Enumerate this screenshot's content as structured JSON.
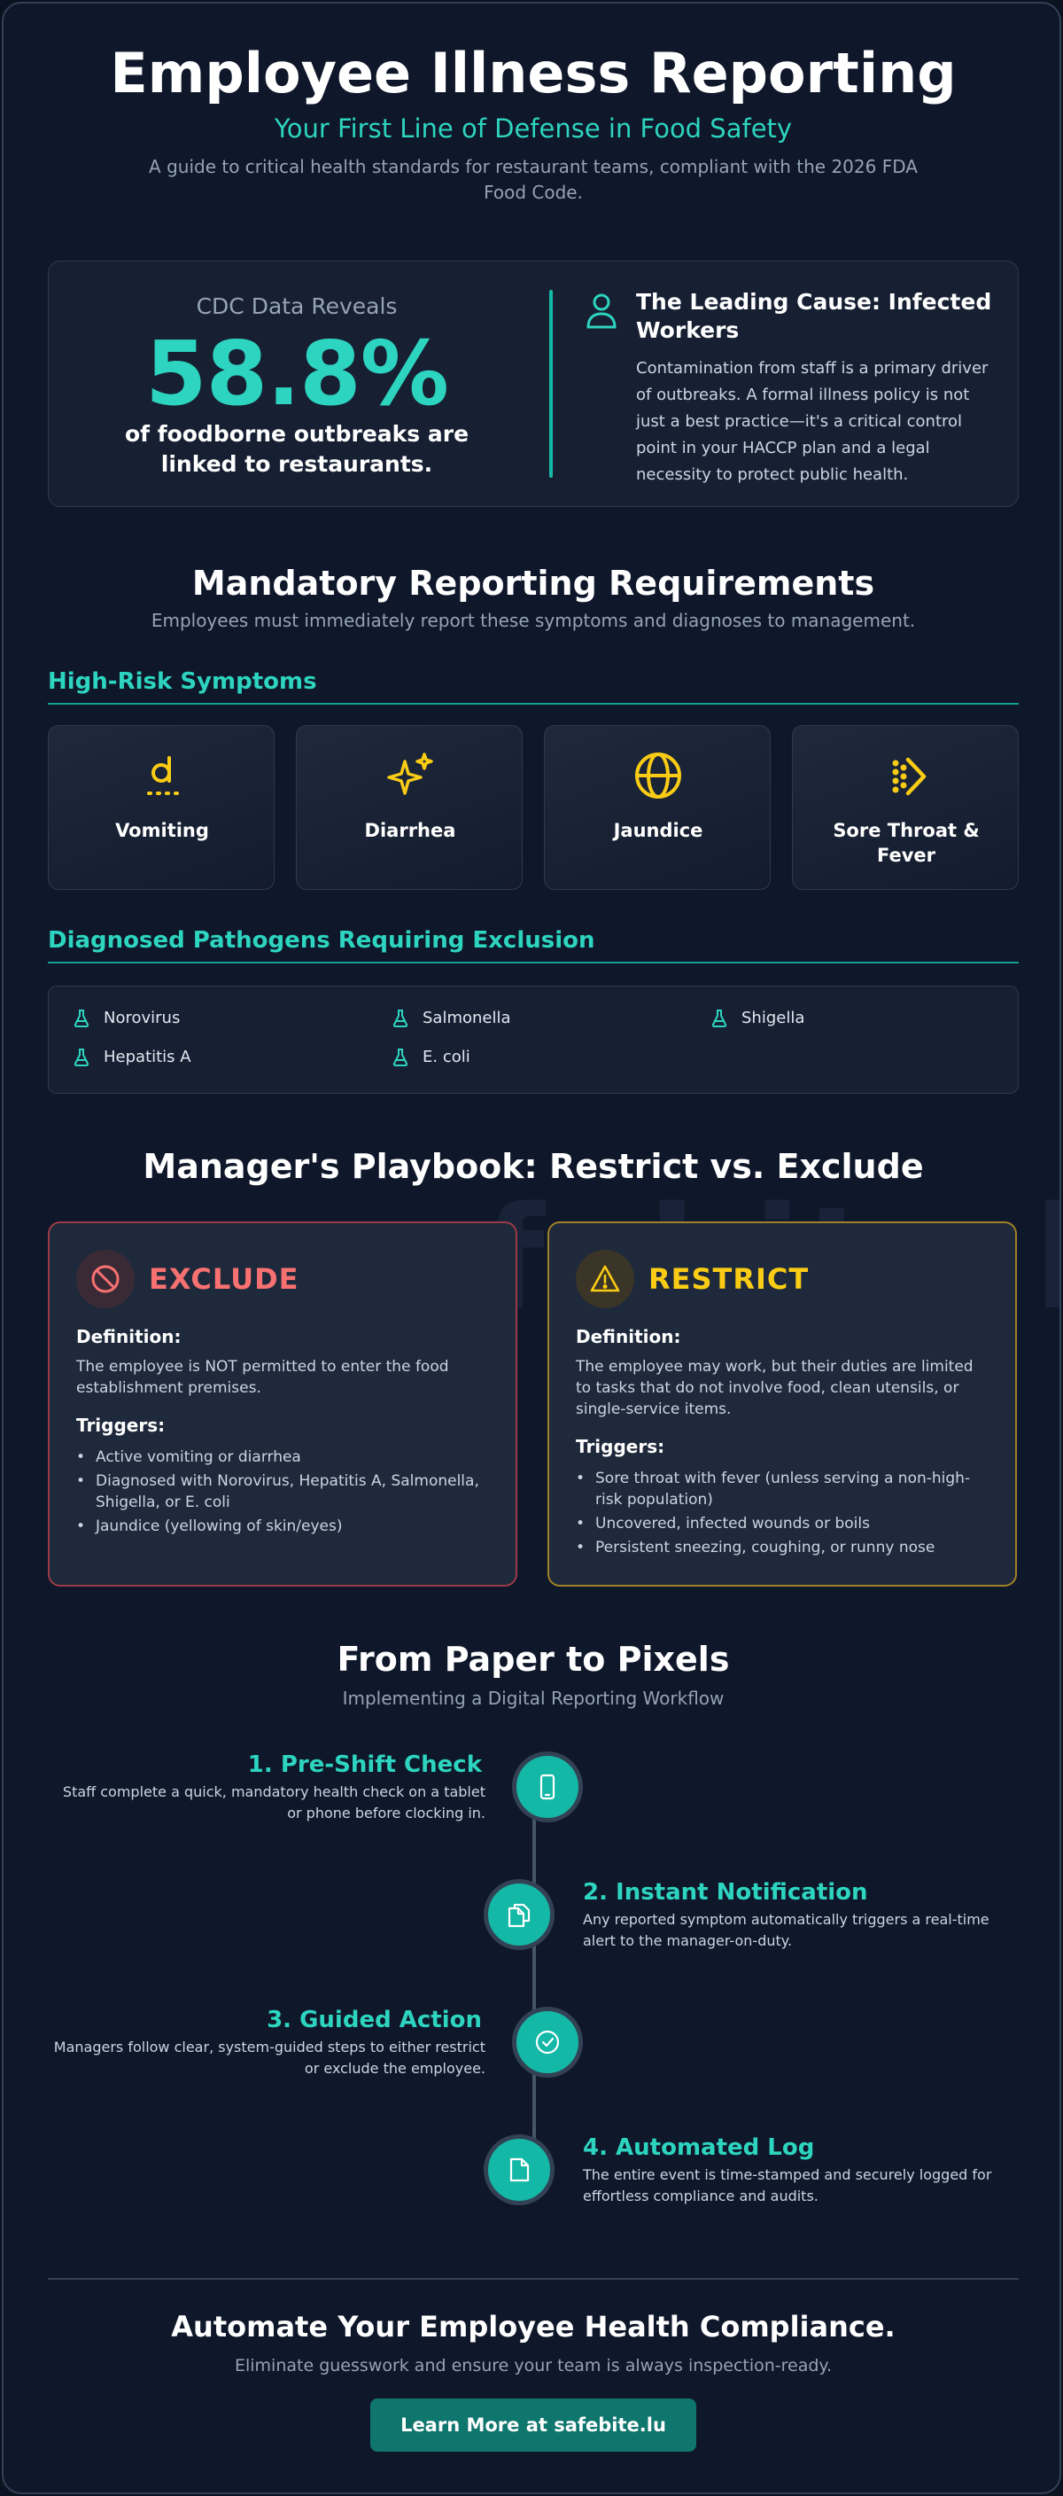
{
  "header": {
    "title": "Employee Illness Reporting",
    "subtitle": "Your First Line of Defense in Food Safety",
    "description": "A guide to critical health standards for restaurant teams, compliant with the 2026 FDA Food Code."
  },
  "stat": {
    "label": "CDC Data Reveals",
    "value": "58.8%",
    "caption": "of foodborne outbreaks are linked to restaurants.",
    "cause_title": "The Leading Cause: Infected Workers",
    "cause_body": "Contamination from staff is a primary driver of outbreaks. A formal illness policy is not just a best practice—it's a critical control point in your HACCP plan and a legal necessity to protect public health.",
    "cause_icon": "person-icon"
  },
  "reporting": {
    "title": "Mandatory Reporting Requirements",
    "subtitle": "Employees must immediately report these symptoms and diagnoses to management.",
    "symptoms_heading": "High-Risk Symptoms",
    "symptoms": [
      {
        "label": "Vomiting",
        "icon": "vomit-icon"
      },
      {
        "label": "Diarrhea",
        "icon": "sparkles-icon"
      },
      {
        "label": "Jaundice",
        "icon": "globe-icon"
      },
      {
        "label": "Sore Throat & Fever",
        "icon": "chevron-dots-icon"
      }
    ],
    "pathogens_heading": "Diagnosed Pathogens Requiring Exclusion",
    "pathogens": [
      "Norovirus",
      "Salmonella",
      "Shigella",
      "Hepatitis A",
      "E. coli"
    ],
    "pathogen_icon": "flask-icon"
  },
  "playbook": {
    "title": "Manager's Playbook: Restrict vs. Exclude",
    "watermark": "safebite.lu",
    "exclude": {
      "heading": "EXCLUDE",
      "definition_label": "Definition:",
      "definition": "The employee is NOT permitted to enter the food establishment premises.",
      "triggers_label": "Triggers:",
      "triggers": [
        "Active vomiting or diarrhea",
        "Diagnosed with Norovirus, Hepatitis A, Salmonella, Shigella, or E. coli",
        "Jaundice (yellowing of skin/eyes)"
      ],
      "color": "#f87171"
    },
    "restrict": {
      "heading": "RESTRICT",
      "definition_label": "Definition:",
      "definition": "The employee may work, but their duties are limited to tasks that do not involve food, clean utensils, or single-service items.",
      "triggers_label": "Triggers:",
      "triggers": [
        "Sore throat with fever (unless serving a non-high-risk population)",
        "Uncovered, infected wounds or boils",
        "Persistent sneezing, coughing, or runny nose"
      ],
      "color": "#facc15"
    }
  },
  "workflow": {
    "title": "From Paper to Pixels",
    "subtitle": "Implementing a Digital Reporting Workflow",
    "steps": [
      {
        "title": "1. Pre-Shift Check",
        "body": "Staff complete a quick, mandatory health check on a tablet or phone before clocking in.",
        "icon": "phone-icon"
      },
      {
        "title": "2. Instant Notification",
        "body": "Any reported symptom automatically triggers a real-time alert to the manager-on-duty.",
        "icon": "copy-icon"
      },
      {
        "title": "3. Guided Action",
        "body": "Managers follow clear, system-guided steps to either restrict or exclude the employee.",
        "icon": "check-circle-icon"
      },
      {
        "title": "4. Automated Log",
        "body": "The entire event is time-stamped and securely logged for effortless compliance and audits.",
        "icon": "document-icon"
      }
    ]
  },
  "cta": {
    "title": "Automate Your Employee Health Compliance.",
    "subtitle": "Eliminate guesswork and ensure your team is always inspection-ready.",
    "button": "Learn More at safebite.lu"
  },
  "colors": {
    "background": "#0f172a",
    "accent": "#2dd4bf",
    "warning": "#facc15",
    "danger": "#f87171"
  }
}
